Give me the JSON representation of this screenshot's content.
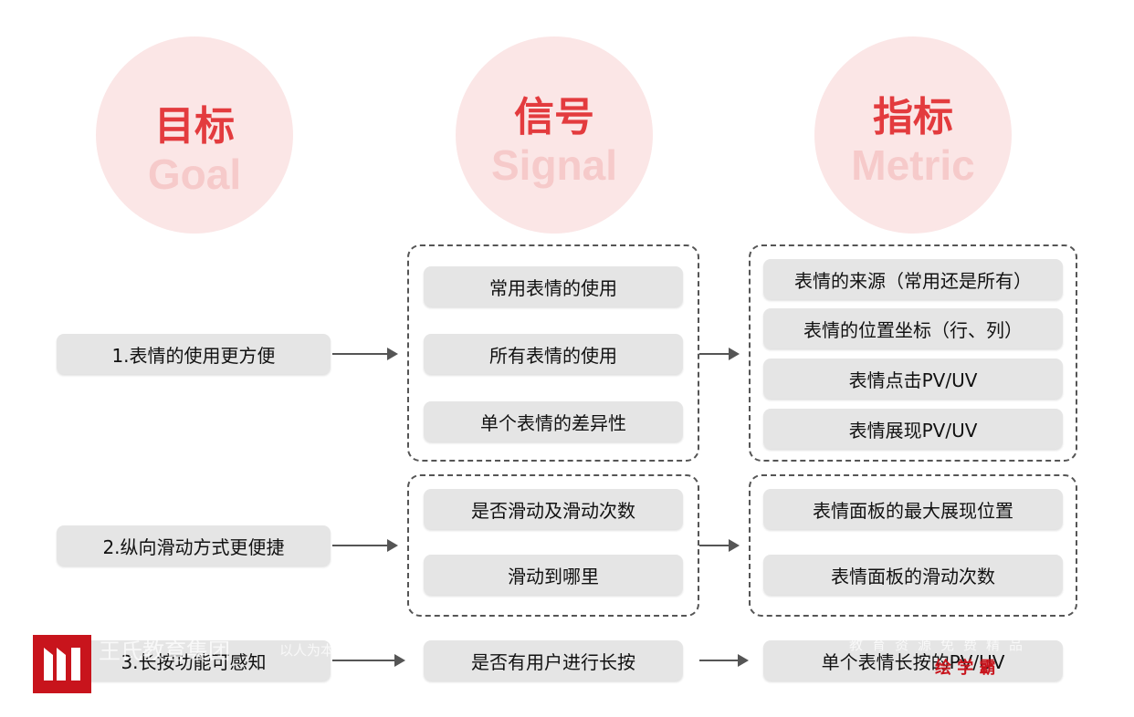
{
  "headers": [
    {
      "cn": "目标",
      "en": "Goal"
    },
    {
      "cn": "信号",
      "en": "Signal"
    },
    {
      "cn": "指标",
      "en": "Metric"
    }
  ],
  "goals": [
    "1.表情的使用更方便",
    "2.纵向滑动方式更便捷",
    "3.长按功能可感知"
  ],
  "signals": [
    [
      "常用表情的使用",
      "所有表情的使用",
      "单个表情的差异性"
    ],
    [
      "是否滑动及滑动次数",
      "滑动到哪里"
    ],
    [
      "是否有用户进行长按"
    ]
  ],
  "metrics": [
    [
      "表情的来源（常用还是所有）",
      "表情的位置坐标（行、列）",
      "表情点击PV/UV",
      "表情展现PV/UV"
    ],
    [
      "表情面板的最大展现位置",
      "表情面板的滑动次数"
    ],
    [
      "单个表情长按的PV/UV"
    ]
  ],
  "watermark": {
    "left_text": "王氏教育集团",
    "left_sub": "以人为本",
    "right_text": "教育资源免费精品",
    "brand": "绘 学 霸"
  },
  "colors": {
    "accent": "#e33b3e",
    "circle": "#fbe6e6",
    "box": "#e5e5e5",
    "logo": "#c8141c"
  }
}
